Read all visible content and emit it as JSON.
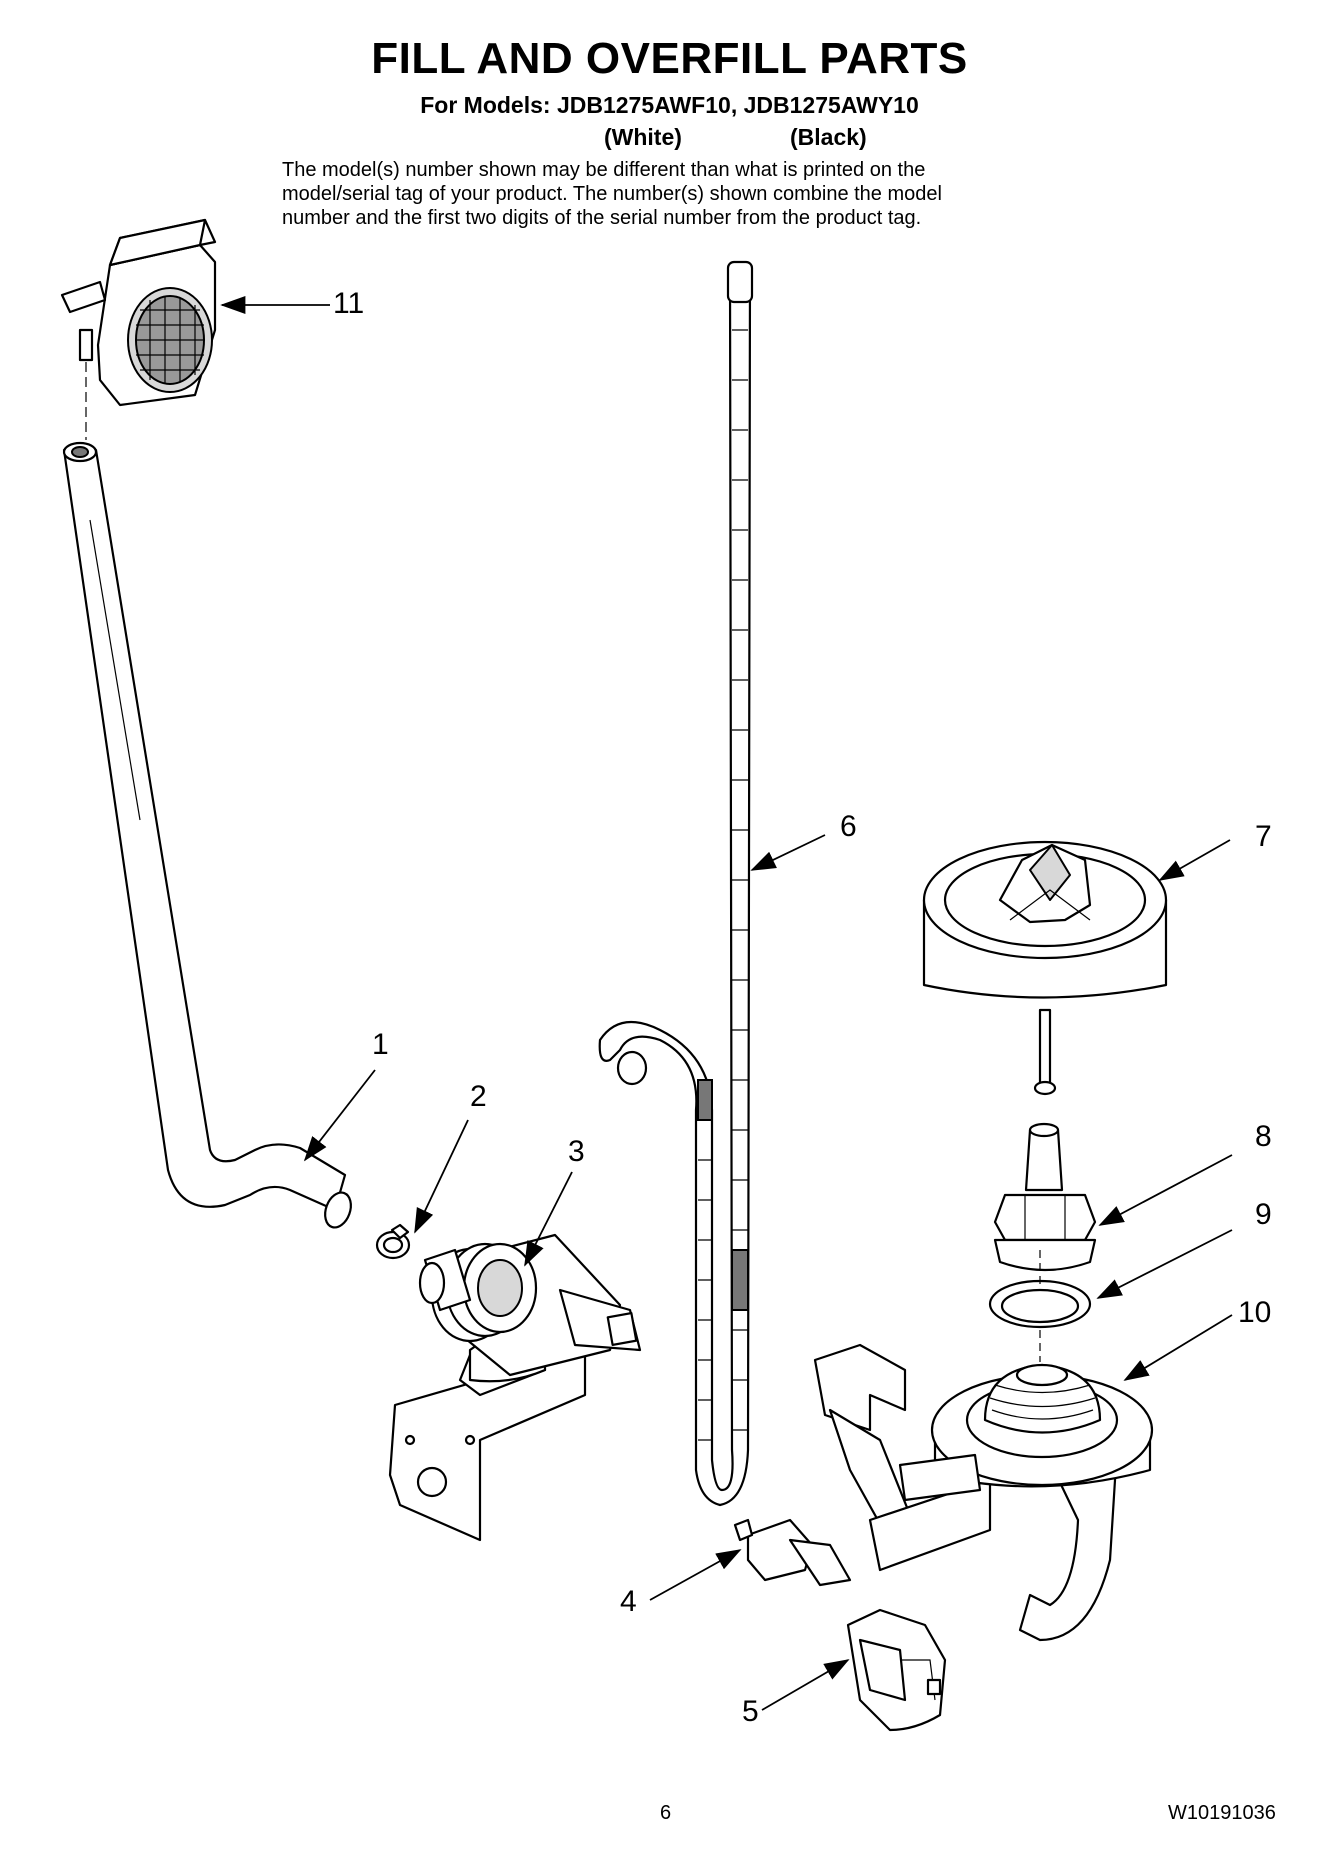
{
  "header": {
    "title": "FILL AND OVERFILL PARTS",
    "models_line": "For Models: JDB1275AWF10, JDB1275AWY10",
    "variant_white": "(White)",
    "variant_black": "(Black)"
  },
  "disclaimer": {
    "line1": "The model(s) number shown may be different than what is printed on the",
    "line2": "model/serial tag of your product. The number(s) shown combine the model",
    "line3": "number and the first two digits of the serial number from the product tag."
  },
  "callouts": {
    "c1": "1",
    "c2": "2",
    "c3": "3",
    "c4": "4",
    "c5": "5",
    "c6": "6",
    "c7": "7",
    "c8": "8",
    "c9": "9",
    "c10": "10",
    "c11": "11"
  },
  "footer": {
    "page_number": "6",
    "doc_number": "W10191036"
  }
}
